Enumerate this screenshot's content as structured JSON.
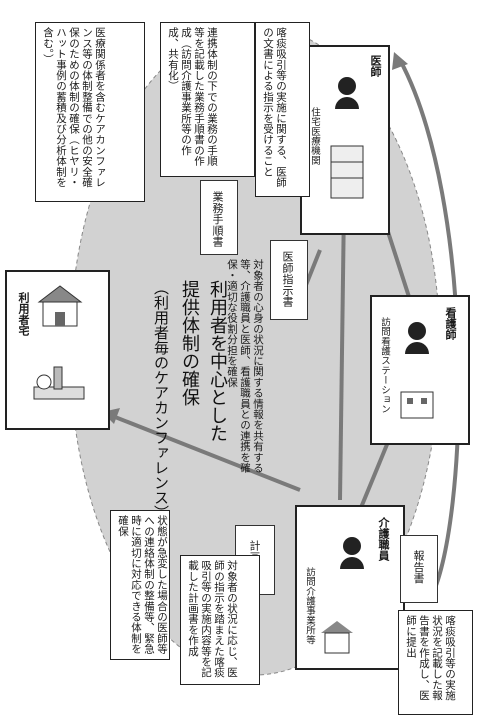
{
  "center": {
    "line1": "利用者を中心とした",
    "line2": "提供体制の確保",
    "line3": "（利用者毎のケアカンファレンス）"
  },
  "nodes": {
    "user": {
      "label": "利用者宅"
    },
    "care": {
      "label": "介護職員",
      "sublabel": "訪問介護事業所等"
    },
    "nurse": {
      "label": "看護師",
      "sublabel": "訪問看護ステーション"
    },
    "doctor": {
      "label": "医師",
      "sublabel": "住宅医療機関"
    }
  },
  "documents": {
    "plan": "計画書",
    "report": "報告書",
    "instruction": "医師指示書",
    "manual": "業務手順書"
  },
  "notes": {
    "top_left": "医療関係者を含むケアカンファレンス等の体制整備での他の安全確保のための体制の確保（ヒヤリ・ハット事例の蓄積及び分析体制を含む。）",
    "top_mid": "連携体制の下での業務の手順等を記載した業務手順書の作成（訪問介護事業所等の作成、共有化）",
    "top_right": "喀痰吸引等の実施に関する、医師の文書による指示を受けること",
    "middle": "対象者の心身の状況に関する情報を共有する等、介護職員と医師、看護職員との連携を確保・適切な役割分担を確保",
    "bottom_left": "状態が急変した場合の医師等への連絡体制の整備等、緊急時に適切に対応できる体制を確保",
    "bottom_mid": "対象者の状況に応じ、医師の指示を踏まえた喀痰吸引等の実施内容等を記載した計画書を作成",
    "bottom_right": "喀痰吸引等の実施状況を記載した報告書を作成し、医師に提出"
  },
  "colors": {
    "ellipse": "#d2d2d2",
    "arrow": "#7a7a7a",
    "border": "#222222"
  }
}
